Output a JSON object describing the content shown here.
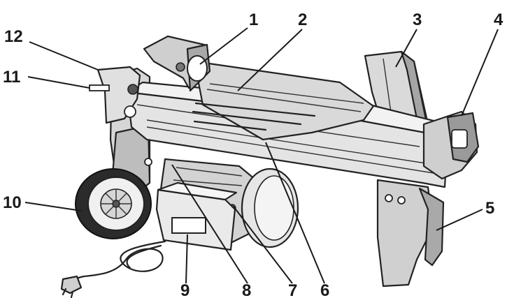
{
  "figure": {
    "callouts": [
      {
        "id": "1",
        "label": "1"
      },
      {
        "id": "2",
        "label": "2"
      },
      {
        "id": "3",
        "label": "3"
      },
      {
        "id": "4",
        "label": "4"
      },
      {
        "id": "5",
        "label": "5"
      },
      {
        "id": "6",
        "label": "6"
      },
      {
        "id": "7",
        "label": "7"
      },
      {
        "id": "8",
        "label": "8"
      },
      {
        "id": "9",
        "label": "9"
      },
      {
        "id": "10",
        "label": "10"
      },
      {
        "id": "11",
        "label": "11"
      },
      {
        "id": "12",
        "label": "12"
      }
    ],
    "colors": {
      "ink": "#222222",
      "light_fill": "#e6e6e6",
      "mid_fill": "#c8c8c8",
      "dark_fill": "#9a9a9a",
      "paper": "#ffffff"
    }
  }
}
